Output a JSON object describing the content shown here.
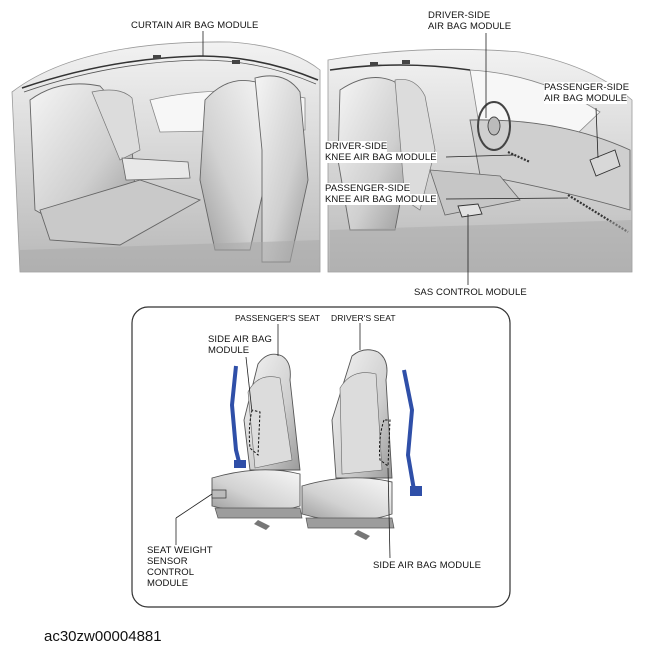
{
  "labels": {
    "curtain": "CURTAIN AIR BAG MODULE",
    "driver_side_1": "DRIVER-SIDE",
    "driver_side_2": "AIR BAG MODULE",
    "passenger_side_1": "PASSENGER-SIDE",
    "passenger_side_2": "AIR BAG MODULE",
    "driver_knee_1": "DRIVER-SIDE",
    "driver_knee_2": "KNEE AIR BAG MODULE",
    "passenger_knee_1": "PASSENGER-SIDE",
    "passenger_knee_2": "KNEE AIR BAG MODULE",
    "sas": "SAS CONTROL MODULE",
    "passengers_seat": "PASSENGER'S SEAT",
    "drivers_seat": "DRIVER'S SEAT",
    "side_airbag_1": "SIDE AIR BAG",
    "side_airbag_2": "MODULE",
    "seat_weight_1": "SEAT WEIGHT",
    "seat_weight_2": "SENSOR",
    "seat_weight_3": "CONTROL",
    "seat_weight_4": "MODULE",
    "side_airbag_bottom": "SIDE AIR BAG MODULE"
  },
  "caption": "ac30zw00004881",
  "colors": {
    "line": "#222222",
    "shade_light": "#e4e4e4",
    "shade_mid": "#bdbdbd",
    "shade_dark": "#8a8a8a",
    "belt_blue": "#2f4fa8"
  }
}
